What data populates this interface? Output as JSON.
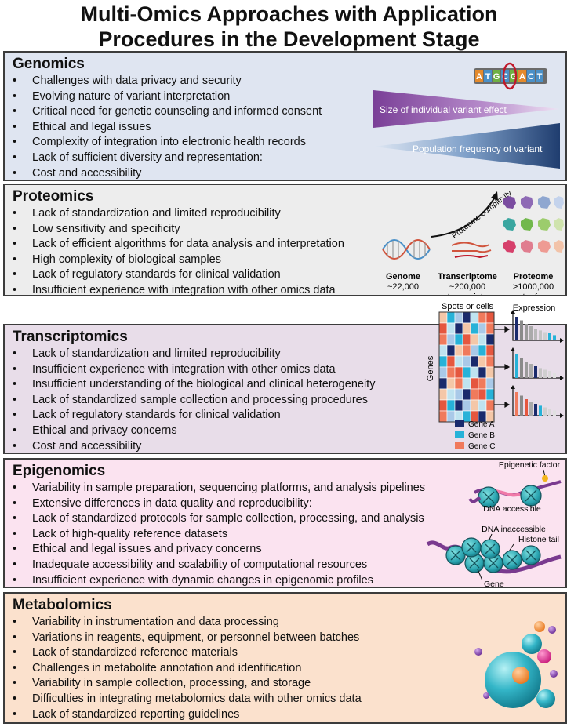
{
  "title": {
    "line1": "Multi-Omics Approaches with Application",
    "line2": "Procedures in the Development Stage"
  },
  "colors": {
    "genomics_bg": "#dfe5f1",
    "proteomics_bg": "#ededed",
    "transcriptomics_bg": "#e8dde9",
    "epigenomics_bg": "#fbe3f0",
    "metabolomics_bg": "#fbe1cd"
  },
  "genomics": {
    "heading": "Genomics",
    "items": [
      "Challenges with data privacy and security",
      "Evolving nature of variant interpretation",
      "Critical need for genetic counseling and informed consent",
      "Ethical and legal issues",
      "Complexity of integration into electronic health records",
      "Lack of sufficient diversity and representation:",
      "Cost and accessibility"
    ],
    "figure": {
      "dna_letters": [
        "A",
        "T",
        "G",
        "C",
        "G",
        "A",
        "C",
        "T"
      ],
      "top_label": "Size of individual variant effect",
      "bottom_label": "Population frequency of variant"
    }
  },
  "proteomics": {
    "heading": "Proteomics",
    "items": [
      "Lack of standardization and limited reproducibility",
      "Low sensitivity and specificity",
      "Lack of efficient algorithms for data analysis and interpretation",
      "High complexity of biological samples",
      "Lack of regulatory standards for clinical validation",
      "Insufficient experience with integration with other omics data"
    ],
    "figure": {
      "arrow_label": "Proteome complexity",
      "columns": [
        {
          "title": "Genome",
          "line1": "~22,000",
          "line2": "genes"
        },
        {
          "title": "Transcriptome",
          "line1": "~200,000",
          "line2": "transcripts"
        },
        {
          "title": "Proteome",
          "line1": ">1000,000",
          "line2": "proteoforms"
        }
      ]
    }
  },
  "transcriptomics": {
    "heading": "Transcriptomics",
    "items": [
      "Lack of standardization and limited reproducibility",
      "Insufficient experience with integration with other omics data",
      "Insufficient understanding of the biological and clinical heterogeneity",
      "Lack of standardized sample collection and processing procedures",
      "Lack of regulatory standards for clinical validation",
      "Ethical and privacy concerns",
      "Cost and accessibility"
    ],
    "figure": {
      "top_label": "Spots or cells",
      "expression_label": "Expression",
      "y_label": "Genes",
      "legend": [
        "Gene A",
        "Gene B",
        "Gene C"
      ]
    }
  },
  "epigenomics": {
    "heading": "Epigenomics",
    "items": [
      "Variability in sample preparation, sequencing platforms, and analysis pipelines",
      "Extensive differences in data quality and reproducibility:",
      "Lack of standardized protocols for sample collection, processing, and analysis",
      "Lack of high-quality reference datasets",
      "Ethical and legal issues and privacy concerns",
      "Inadequate accessibility and scalability of computational resources",
      "Insufficient experience with dynamic changes in epigenomic profiles"
    ],
    "figure": {
      "epigenetic_factor": "Epigenetic factor",
      "dna_accessible": "DNA accessible",
      "dna_inaccessible": "DNA inaccessible",
      "histone_tail": "Histone tail",
      "gene": "Gene"
    }
  },
  "metabolomics": {
    "heading": "Metabolomics",
    "items": [
      "Variability in instrumentation and data processing",
      "Variations in reagents, equipment, or personnel between batches",
      "Lack of standardized reference materials",
      "Challenges in metabolite annotation and identification",
      "Variability in sample collection, processing, and storage",
      "Difficulties in integrating metabolomics data with other omics data",
      "Lack of standardized reporting guidelines"
    ]
  }
}
